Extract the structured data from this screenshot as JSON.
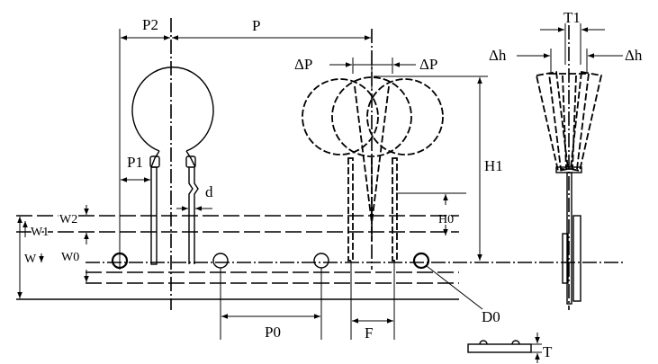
{
  "labels": {
    "p2": "P2",
    "p": "P",
    "delta_p_left": "ΔP",
    "delta_p_right": "ΔP",
    "t1": "T1",
    "delta_h_left": "Δh",
    "delta_h_right": "Δh",
    "h1": "H1",
    "p1": "P1",
    "d": "d",
    "h0": "H0",
    "w2": "W2",
    "w1": "W1",
    "w": "W",
    "w0": "W0",
    "d0": "D0",
    "p0": "P0",
    "f": "F",
    "t": "T"
  },
  "colors": {
    "ink": "#000000",
    "paper": "#ffffff"
  }
}
